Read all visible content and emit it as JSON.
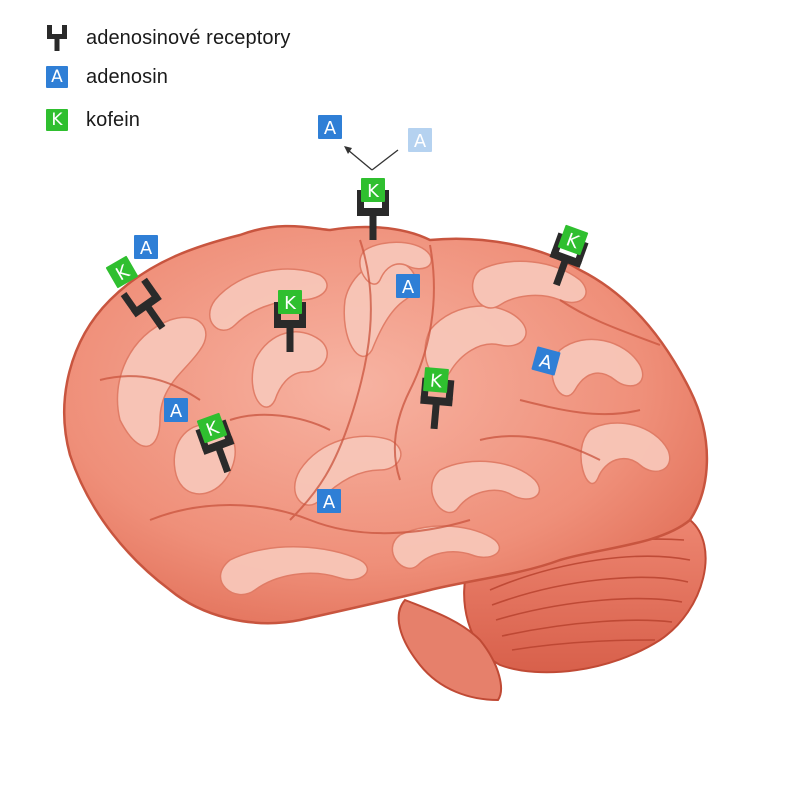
{
  "legend": {
    "receptors": "adenosinové receptory",
    "adenosine": "adenosin",
    "caffeine": "kofein"
  },
  "badges": {
    "adenosine_letter": "A",
    "caffeine_letter": "K"
  },
  "colors": {
    "adenosine": "#2f7fd6",
    "caffeine": "#2fbf2f",
    "receptor": "#2a2a2a",
    "brain_fill": "#f09a86",
    "brain_stroke": "#c8553f",
    "gyrus_highlight": "#f8c3b4",
    "cerebellum": "#e26d58"
  },
  "icons": {
    "receptor": "receptor-icon",
    "adenosine": "adenosine-badge",
    "caffeine": "caffeine-badge"
  }
}
